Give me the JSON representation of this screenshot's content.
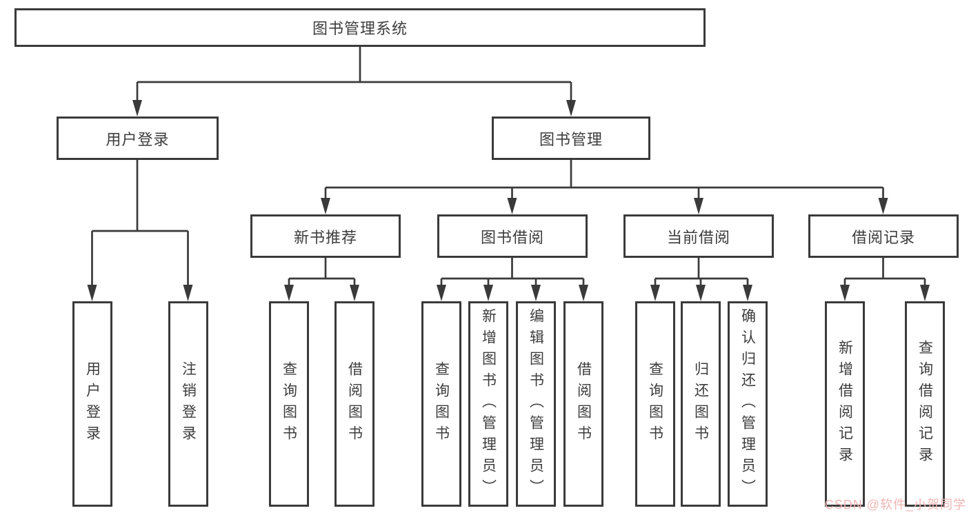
{
  "colors": {
    "background": "#ffffff",
    "line": "#3a3a3a",
    "text": "#3c3c3c",
    "watermark": "#f0b4b4"
  },
  "watermark": {
    "text": "CSDN @软件_小贺同学"
  },
  "nodes": {
    "root": "图书管理系统",
    "user_login": "用户登录",
    "book_mgmt": "图书管理",
    "new_book_rec": "新书推荐",
    "book_borrow": "图书借阅",
    "current_borrow": "当前借阅",
    "borrow_record": "借阅记录",
    "ul_user_login": "用户登录",
    "ul_logout": "注销登录",
    "nb_query": "查询图书",
    "nb_borrow": "借阅图书",
    "bb_query": "查询图书",
    "bb_add": "新增图书（管理员）",
    "bb_edit": "编辑图书（管理员）",
    "bb_borrow": "借阅图书",
    "cb_query": "查询图书",
    "cb_return": "归还图书",
    "cb_confirm": "确认归还（管理员）",
    "br_add": "新增借阅记录",
    "br_query": "查询借阅记录"
  },
  "hierarchy": {
    "图书管理系统": {
      "用户登录": [
        "用户登录",
        "注销登录"
      ],
      "图书管理": {
        "新书推荐": [
          "查询图书",
          "借阅图书"
        ],
        "图书借阅": [
          "查询图书",
          "新增图书（管理员）",
          "编辑图书（管理员）",
          "借阅图书"
        ],
        "当前借阅": [
          "查询图书",
          "归还图书",
          "确认归还（管理员）"
        ],
        "借阅记录": [
          "新增借阅记录",
          "查询借阅记录"
        ]
      }
    }
  }
}
